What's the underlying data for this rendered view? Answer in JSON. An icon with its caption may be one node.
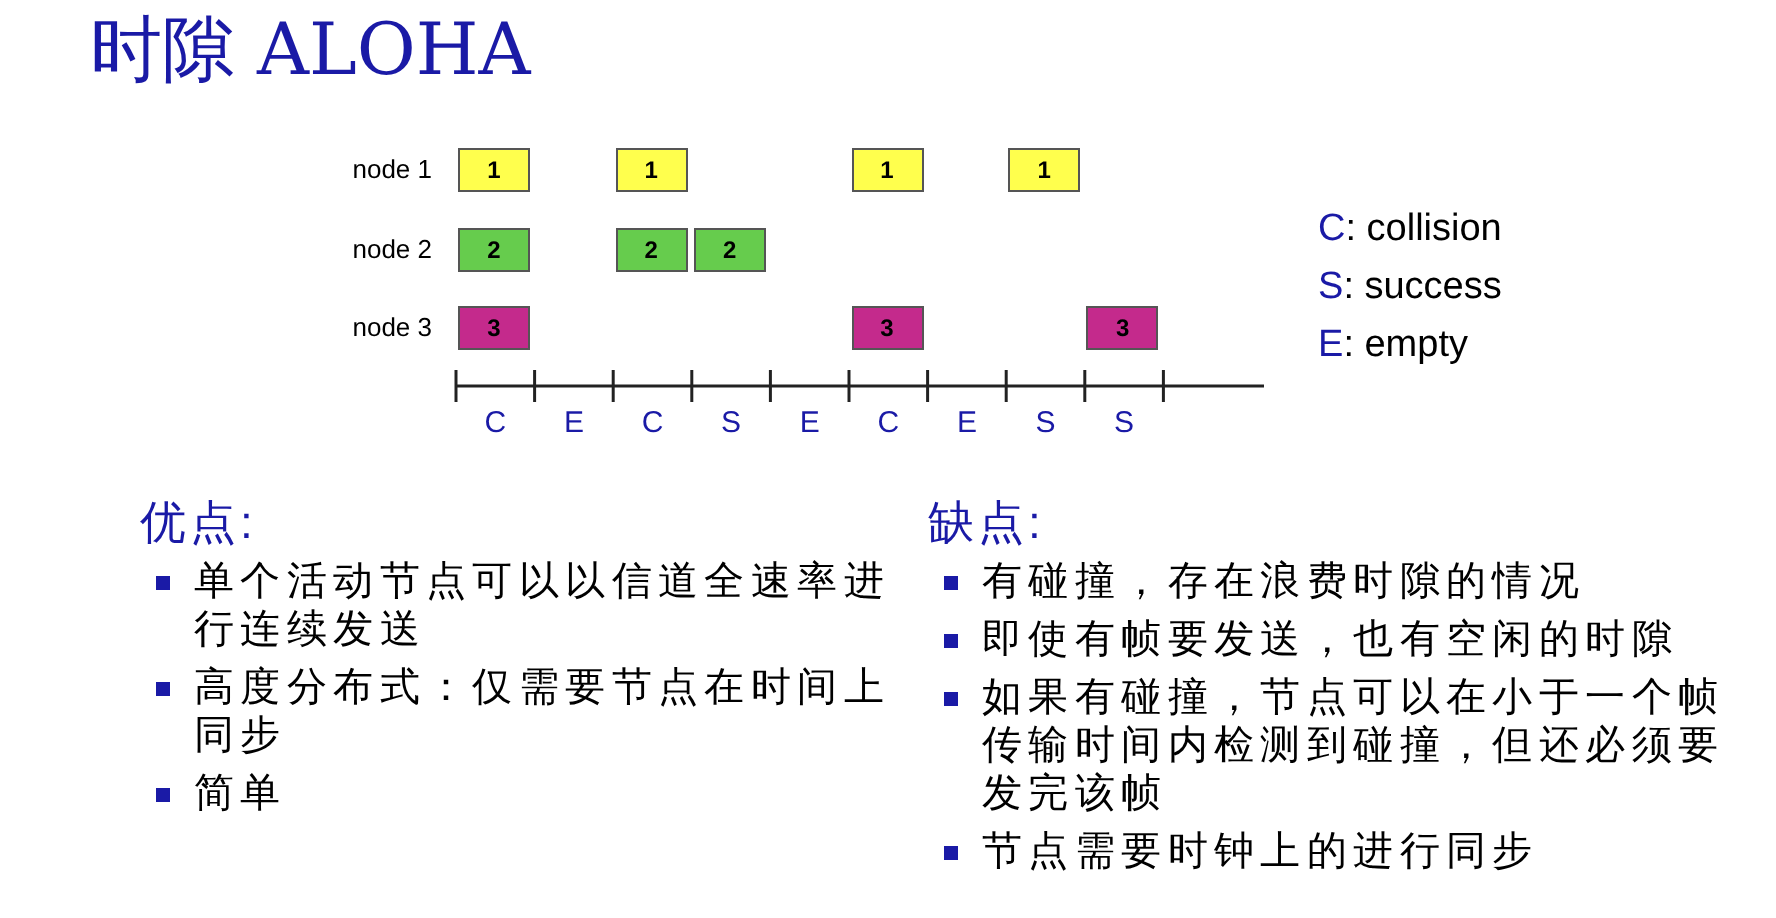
{
  "diagram": {
    "title": "时隙 ALOHA",
    "nodes": [
      {
        "text": [
          "1"
        ]
      },
      {
        "text": [
          "1"
        ]
      },
      {
        "text": [
          "1"
        ]
      },
      {
        "text": [
          "1"
        ]
      },
      {
        "text": [
          "2"
        ]
      },
      {
        "text": [
          "2"
        ]
      },
      {
        "text": [
          "2"
        ]
      },
      {
        "text": [
          "3"
        ]
      },
      {
        "text": [
          "3"
        ]
      },
      {
        "text": [
          "3"
        ]
      }
    ],
    "labels": [
      "node 1",
      "node 2",
      "node 3",
      "C",
      "E",
      "C",
      "S",
      "E",
      "C",
      "E",
      "S",
      "S",
      "C: collision",
      "S: success",
      "E: empty",
      "优点:",
      "单个活动节点可以以信道全速率进行连续发送",
      "高度分布式：仅需要节点在时间上同步",
      "简单",
      "缺点:",
      "有碰撞，存在浪费时隙的情况",
      "即使有帧要发送，也有空闲的时隙",
      "如果有碰撞，节点可以在小于一个帧传输时间内检测到碰撞，但还必须要发完该帧",
      "节点需要时钟上的进行同步"
    ]
  }
}
